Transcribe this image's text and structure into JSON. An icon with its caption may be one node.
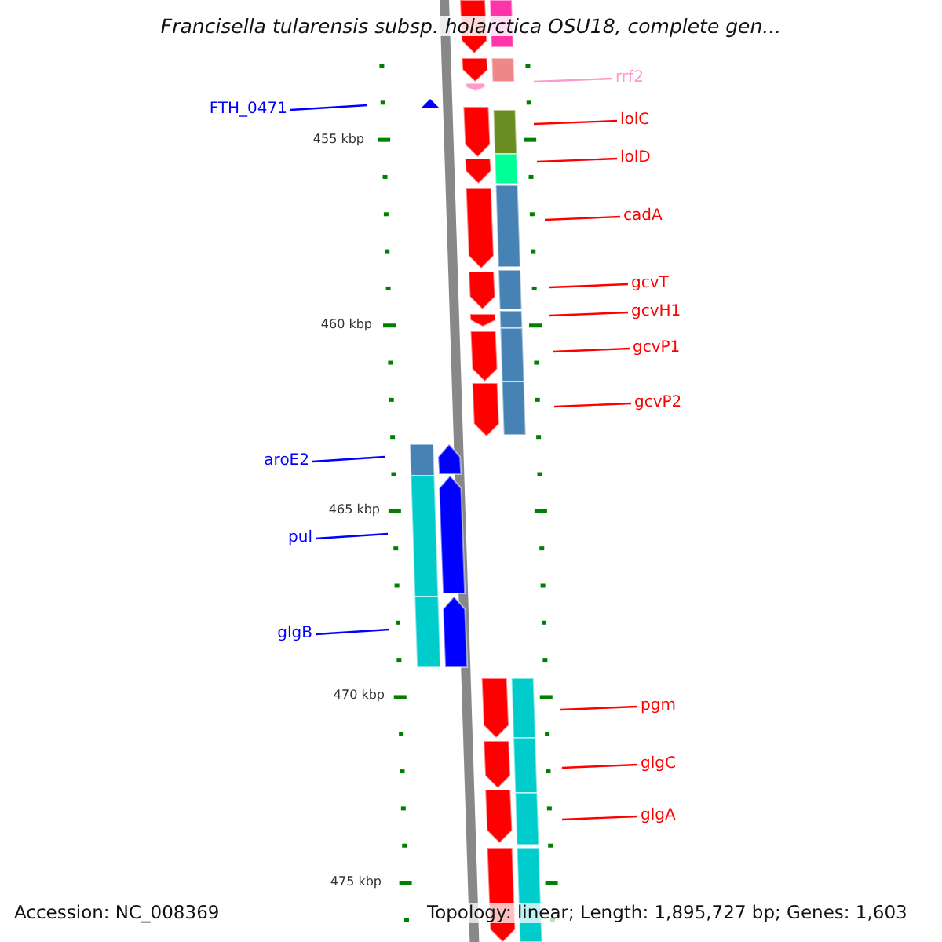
{
  "diagram": {
    "title": "Francisella tularensis subsp. holarctica OSU18, complete gen...",
    "nodes": [
      {
        "text": [
          "rrf2"
        ]
      },
      {
        "text": [
          "FTH_0471"
        ]
      },
      {
        "text": [
          "lolC"
        ]
      },
      {
        "text": [
          "lolD"
        ]
      },
      {
        "text": [
          "cadA"
        ]
      },
      {
        "text": [
          "gcvT"
        ]
      },
      {
        "text": [
          "gcvH1"
        ]
      },
      {
        "text": [
          "gcvP1"
        ]
      },
      {
        "text": [
          "gcvP2"
        ]
      },
      {
        "text": [
          "aroE2"
        ]
      },
      {
        "text": [
          "pul"
        ]
      },
      {
        "text": [
          "glgB"
        ]
      },
      {
        "text": [
          "pgm"
        ]
      },
      {
        "text": [
          "glgC"
        ]
      },
      {
        "text": [
          "glgA"
        ]
      }
    ],
    "edges": [
      {
        "from": 0,
        "to": null,
        "arrow": "none",
        "color": "#ff99cc"
      },
      {
        "from": 1,
        "to": null,
        "arrow": "none",
        "color": "#0000ff"
      },
      {
        "from": 2,
        "to": null,
        "arrow": "none"
      },
      {
        "from": 3,
        "to": null,
        "arrow": "none"
      },
      {
        "from": 4,
        "to": null,
        "arrow": "none"
      },
      {
        "from": 5,
        "to": null,
        "arrow": "none"
      },
      {
        "from": 6,
        "to": null,
        "arrow": "none"
      },
      {
        "from": 7,
        "to": null,
        "arrow": "none"
      },
      {
        "from": 8,
        "to": null,
        "arrow": "none"
      },
      {
        "from": 9,
        "to": null,
        "arrow": "none",
        "color": "#0000ff"
      },
      {
        "from": 10,
        "to": null,
        "arrow": "none",
        "color": "#0000ff"
      },
      {
        "from": 11,
        "to": null,
        "arrow": "none",
        "color": "#0000ff"
      },
      {
        "from": 12,
        "to": null,
        "arrow": "none"
      },
      {
        "from": 13,
        "to": null,
        "arrow": "none"
      },
      {
        "from": 14,
        "to": null,
        "arrow": "none"
      }
    ],
    "labels": [
      "455 kbp",
      "460 kbp",
      "465 kbp",
      "470 kbp",
      "475 kbp",
      "Accession: NC_008369",
      "Topology: linear; Length: 1,895,727 bp; Genes: 1,603"
    ]
  }
}
